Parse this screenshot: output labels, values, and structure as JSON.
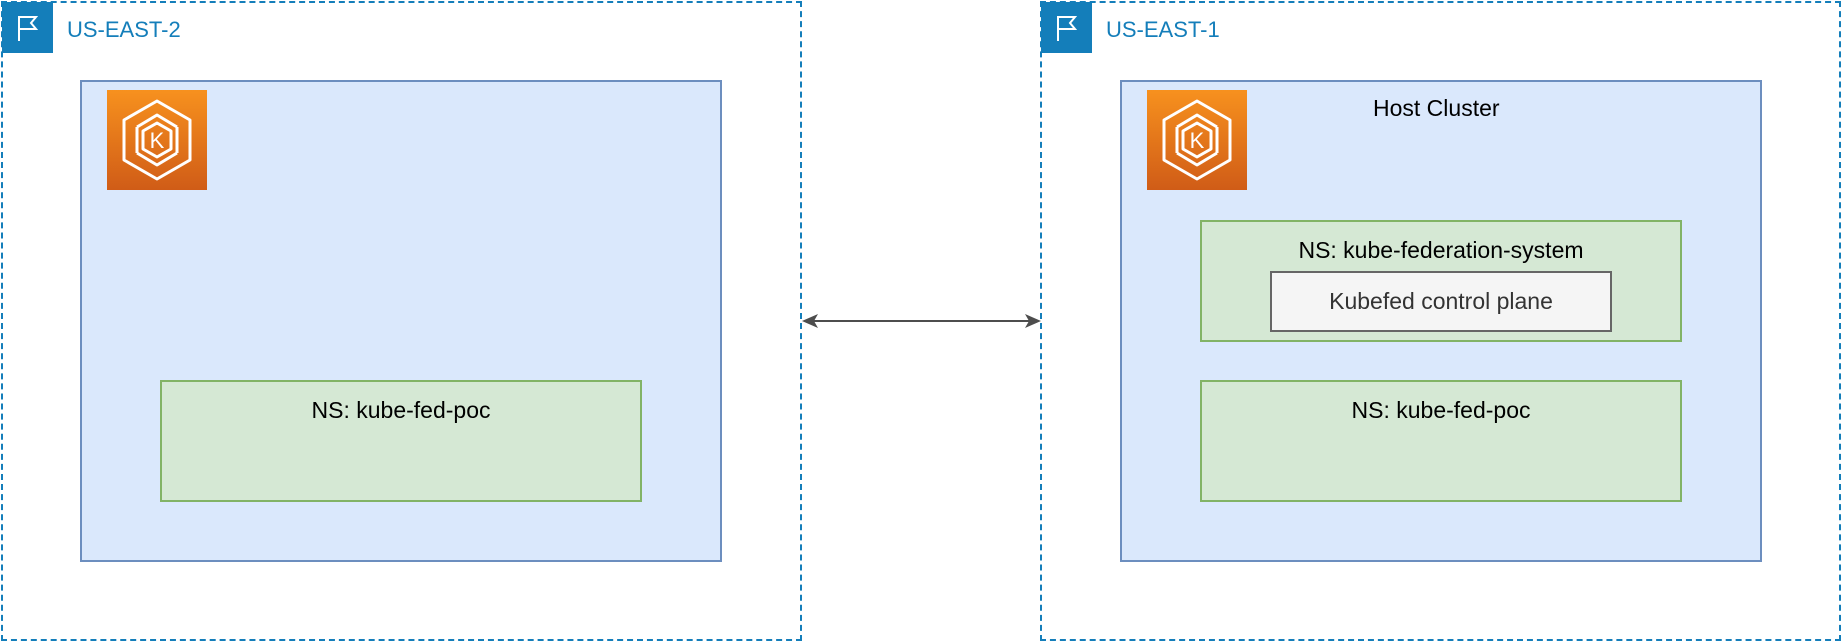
{
  "regions": {
    "left": {
      "label": "US-EAST-2",
      "cluster": {
        "namespace_label": "NS: kube-fed-poc"
      }
    },
    "right": {
      "label": "US-EAST-1",
      "cluster": {
        "title": "Host Cluster",
        "federation_namespace_label": "NS: kube-federation-system",
        "control_plane_label": "Kubefed control plane",
        "namespace_label": "NS: kube-fed-poc"
      }
    }
  },
  "connector": {
    "type": "bidirectional-arrow",
    "color": "#4d4d4d"
  },
  "icons": {
    "region_flag": "flag-icon",
    "cluster_service": "amazon-eks-icon"
  },
  "colors": {
    "region_border": "#147eba",
    "cluster_fill": "#dae8fc",
    "cluster_border": "#6c8ebf",
    "namespace_fill": "#d5e8d4",
    "namespace_border": "#82b366",
    "control_plane_fill": "#f5f5f5",
    "control_plane_border": "#666666",
    "icon_gradient_top": "#f7911e",
    "icon_gradient_bottom": "#d05c17"
  }
}
